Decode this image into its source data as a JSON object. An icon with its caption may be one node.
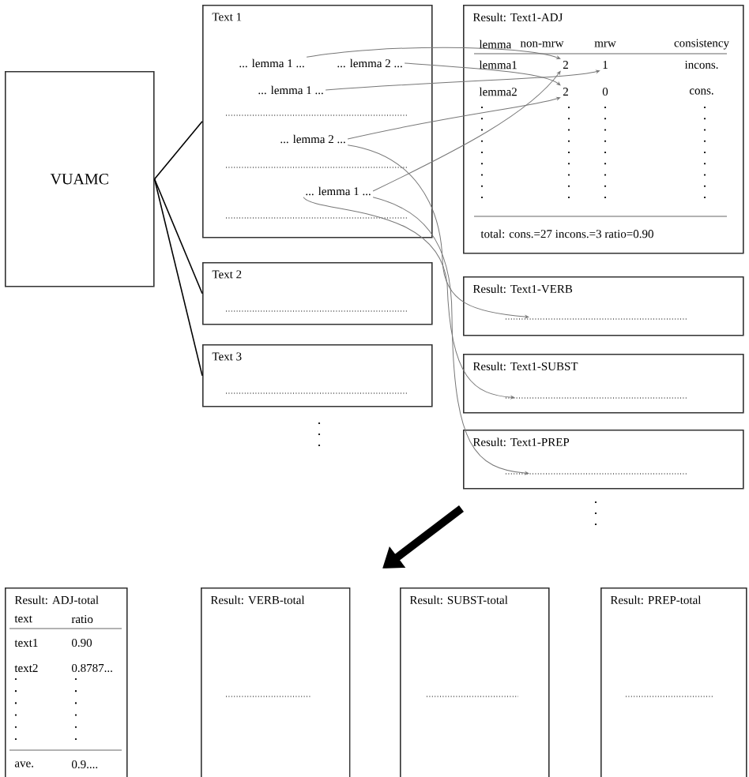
{
  "diagram": {
    "nodes": [
      {
        "text": [
          "VUAMC"
        ]
      },
      {
        "text": [
          "Text 1"
        ]
      },
      {
        "text": [
          "... lemma 1 ..."
        ],
        "in": 1
      },
      {
        "text": [
          "... lemma 2 ..."
        ],
        "in": 1
      },
      {
        "text": [
          "... lemma 1 ..."
        ],
        "in": 1
      },
      {
        "text": [
          "... lemma 2 ..."
        ],
        "in": 1
      },
      {
        "text": [
          "... lemma 1 ..."
        ],
        "in": 1
      },
      {
        "text": [
          "Text 2"
        ]
      },
      {
        "text": [
          "Text 3"
        ]
      },
      {
        "text": [
          "Result: Text1-ADJ"
        ]
      },
      {
        "text": [
          "2"
        ],
        "in": 9
      },
      {
        "text": [
          "1"
        ],
        "in": 9
      },
      {
        "text": [
          "2"
        ],
        "in": 9
      },
      {
        "text": [
          "Result: Text1-VERB"
        ]
      },
      {
        "text": [
          "Result: Text1-SUBST"
        ]
      },
      {
        "text": [
          "Result: Text1-PREP"
        ]
      },
      {
        "text": [
          "Result: ADJ-total"
        ]
      },
      {
        "text": [
          "Result: VERB-total"
        ]
      },
      {
        "text": [
          "Result: SUBST-total"
        ]
      },
      {
        "text": [
          "Result: PREP-total"
        ]
      }
    ],
    "edges": [
      {
        "from": 0,
        "to": 1,
        "arrow": "none",
        "color": "#000000"
      },
      {
        "from": 0,
        "to": 7,
        "arrow": "none",
        "color": "#000000"
      },
      {
        "from": 0,
        "to": 8,
        "arrow": "none",
        "color": "#000000"
      },
      {
        "from": 2,
        "to": 10,
        "arrow": "to"
      },
      {
        "from": 3,
        "to": 12,
        "arrow": "to"
      },
      {
        "from": 4,
        "to": 11,
        "arrow": "to"
      },
      {
        "from": 5,
        "to": 12,
        "arrow": "to"
      },
      {
        "from": 6,
        "to": 10,
        "arrow": "to"
      },
      {
        "from": 5,
        "to": 13,
        "arrow": "to"
      },
      {
        "from": 6,
        "to": 14,
        "arrow": "to"
      },
      {
        "from": 6,
        "to": 15,
        "arrow": "to"
      }
    ],
    "labels": [
      "lemma",
      "non-mrw",
      "mrw",
      "consistency",
      "lemma1",
      "incons.",
      "lemma2",
      "0",
      "cons.",
      "total: cons.=27 incons.=3 ratio=0.90",
      "text",
      "ratio",
      "text1",
      "0.90",
      "text2",
      "0.8787...",
      "ave.",
      "0.9...."
    ]
  }
}
